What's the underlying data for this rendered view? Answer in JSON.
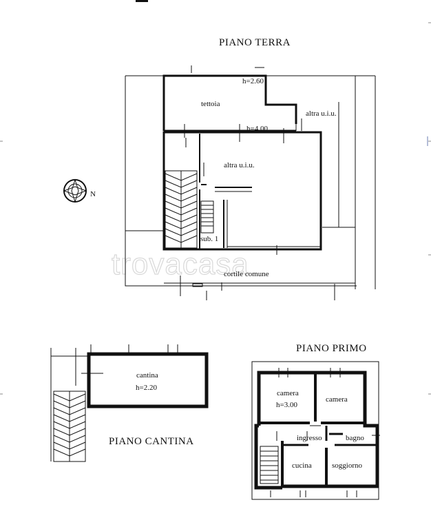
{
  "titles": {
    "ground": "PIANO TERRA",
    "first": "PIANO PRIMO",
    "cellar": "PIANO CANTINA"
  },
  "ground_floor": {
    "tettoia": "tettoia",
    "h_tettoia": "h=2.60",
    "altra_uiu_right": "altra u.i.u.",
    "h_main": "h=4.00",
    "altra_uiu_center": "altra u.i.u.",
    "sub": "sub. 1",
    "cortile": "cortile comune",
    "north": "N"
  },
  "cellar_floor": {
    "cantina": "cantina",
    "h_cantina": "h=2.20"
  },
  "first_floor": {
    "camera1": "camera",
    "h_camera1": "h=3.00",
    "camera2": "camera",
    "ingresso": "ingresso",
    "bagno": "bagno",
    "cucina": "cucina",
    "soggiorno": "soggiorno"
  },
  "watermark": "trovacasa"
}
